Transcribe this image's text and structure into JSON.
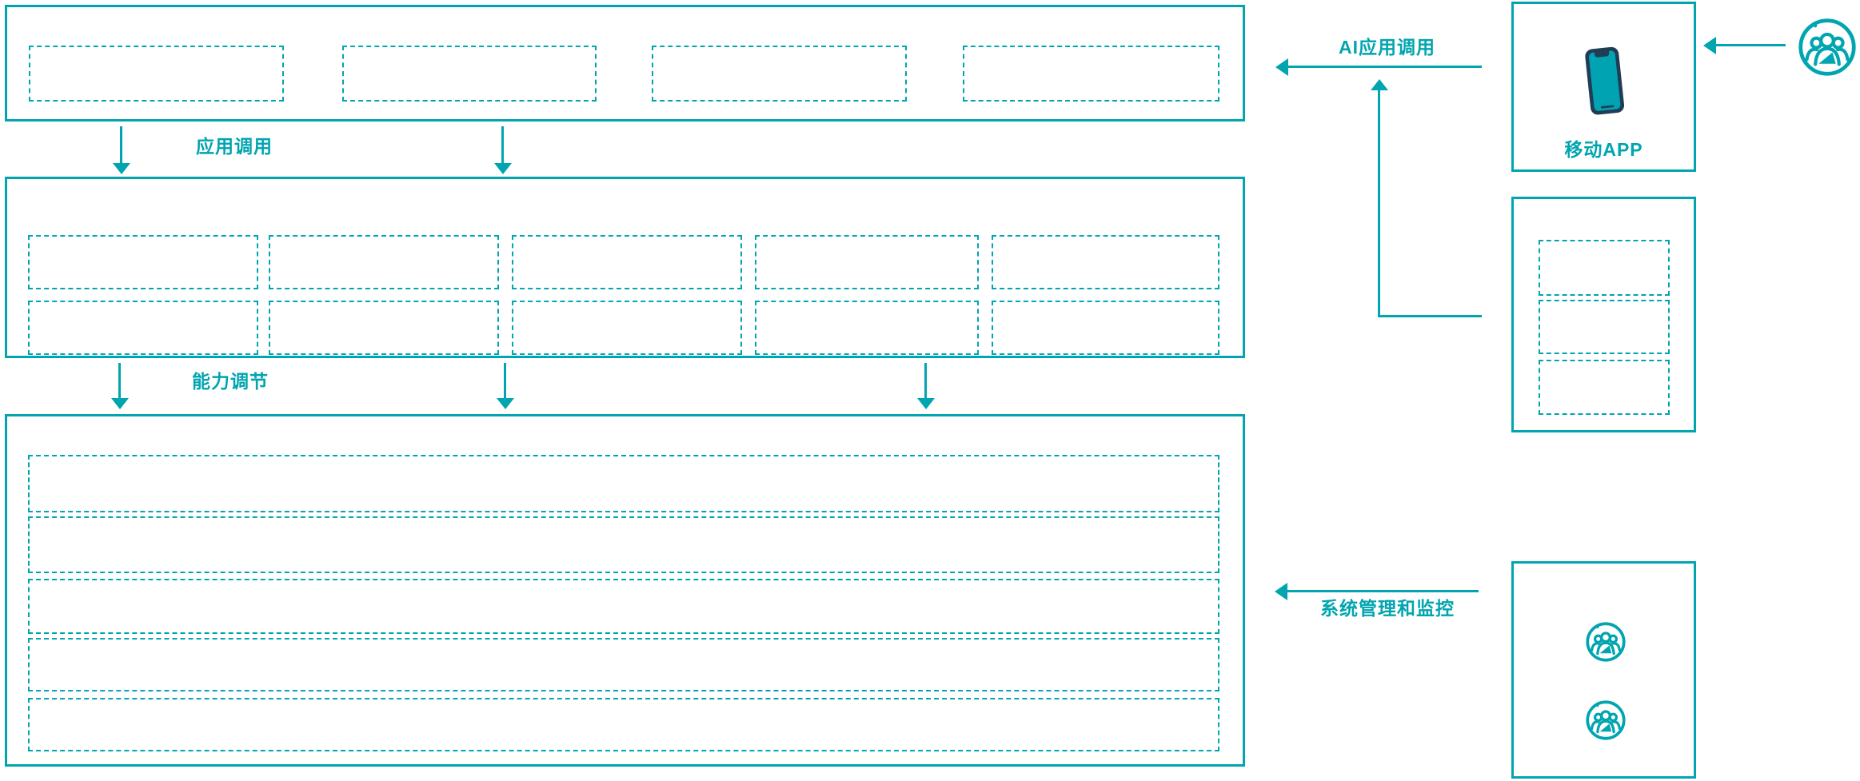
{
  "diagram": {
    "labels": {
      "app_call": "应用调用",
      "capability_tuning": "能力调节",
      "ai_app_call": "AI应用调用",
      "system_management": "系统管理和监控"
    },
    "colors": {
      "accent": "#00a5b0",
      "phone_body": "#203d56",
      "phone_screen": "#00a3b2",
      "background": "#ffffff"
    },
    "layers": {
      "application_layer": {
        "placeholder_count": 4
      },
      "capability_layer": {
        "placeholder_rows": 2,
        "placeholder_cols": 5,
        "placeholder_count": 10
      },
      "platform_layer": {
        "placeholder_count": 5
      }
    },
    "right_panel": {
      "mobile_app_box": {
        "label": "移动APP",
        "icon": "smartphone-icon"
      },
      "service_box": {
        "placeholder_count": 3
      },
      "admin_box": {
        "icons": [
          "users-icon",
          "users-icon"
        ]
      },
      "external_user_icon": "users-icon"
    }
  }
}
